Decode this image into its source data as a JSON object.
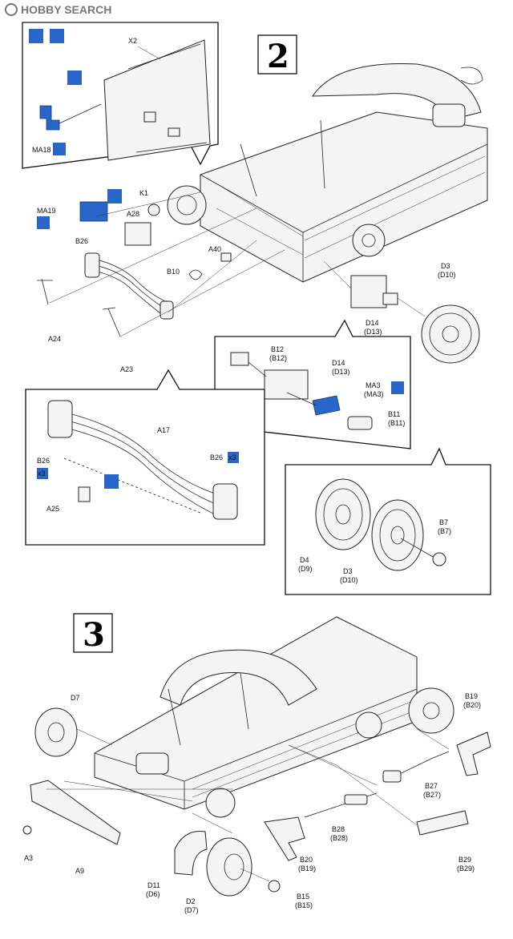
{
  "watermark": "HOBBY SEARCH",
  "steps": {
    "step2": "2",
    "step3": "3"
  },
  "labels": {
    "X2": "X2",
    "MA18": "MA18",
    "MA19": "MA19",
    "K1": "K1",
    "A28": "A28",
    "A40": "A40",
    "B10": "B10",
    "B26": "B26",
    "A24": "A24",
    "A23": "A23",
    "D3": "D3",
    "D3p": "(D10)",
    "D14": "D14",
    "D14p": "(D13)",
    "B12": "B12",
    "B12p": "(B12)",
    "D14b": "D14",
    "D14bp": "(D13)",
    "MA3": "MA3",
    "MA3p": "(MA3)",
    "B11": "B11",
    "B11p": "(B11)",
    "A17": "A17",
    "B26a": "B26",
    "B26b": "B26",
    "A25": "A25",
    "D4": "D4",
    "D4p": "(D9)",
    "D3b": "D3",
    "D3bp": "(D10)",
    "B7": "B7",
    "B7p": "(B7)",
    "D7": "D7",
    "A3": "A3",
    "A9": "A9",
    "B19": "B19",
    "B19p": "(B20)",
    "B27": "B27",
    "B27p": "(B27)",
    "B28": "B28",
    "B28p": "(B28)",
    "B20": "B20",
    "B20p": "(B19)",
    "B29": "B29",
    "B29p": "(B29)",
    "D11": "D11",
    "D11p": "(D6)",
    "D2": "D2",
    "D2p": "(D7)",
    "B15": "B15",
    "B15p": "(B15)",
    "x3a": "x3",
    "x3b": "x3"
  }
}
